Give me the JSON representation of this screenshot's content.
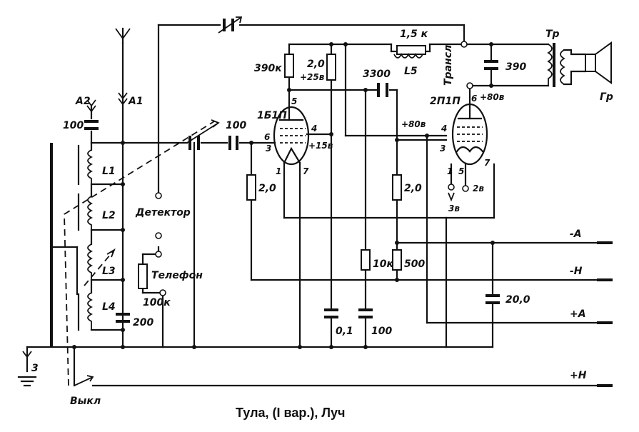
{
  "caption": "Тула, (I вар.), Луч",
  "components": {
    "antenna_a1": "A1",
    "antenna_a2": "A2",
    "ground": "3",
    "switch_off": "Выкл",
    "coil_l1": "L1",
    "coil_l2": "L2",
    "coil_l3": "L3",
    "coil_l4": "L4",
    "coil_l5": "L5",
    "cap_100_a2": "100",
    "cap_200": "200",
    "cap_100_grid": "100",
    "detector": "Детектор",
    "telephone": "Телефон",
    "res_100k": "100к",
    "tube1": "1Б1П",
    "tube2": "2П1П",
    "res_390k": "390к",
    "res_2_0_screen": "2,0",
    "volt_25": "+25в",
    "volt_15": "+15в",
    "res_2_0_grid1": "2,0",
    "cap_3300": "3300",
    "res_2_0_grid2": "2,0",
    "volt_80_screen": "+80в",
    "res_1_5k": "1,5 к",
    "transl": "Трансл",
    "cap_390": "390",
    "volt_80_anode": "+80в",
    "transformer": "Тр",
    "speaker": "Гр",
    "res_10k": "10к",
    "res_500": "500",
    "cap_0_1": "0,1",
    "cap_100_bottom": "100",
    "cap_20": "20,0",
    "rail_minus_a": "-А",
    "rail_minus_n": "-Н",
    "rail_plus_a": "+А",
    "rail_plus_n": "+Н"
  },
  "pins": {
    "t1_p5": "5",
    "t1_p6": "6",
    "t1_p3": "3",
    "t1_p4": "4",
    "t1_p1": "1",
    "t1_p7": "7",
    "t2_p6": "6",
    "t2_p4": "4",
    "t2_p3": "3",
    "t2_p1": "1",
    "t2_p5": "5",
    "t2_p7": "7",
    "t2_p2v": "2в",
    "t2_p3v": "3в"
  }
}
